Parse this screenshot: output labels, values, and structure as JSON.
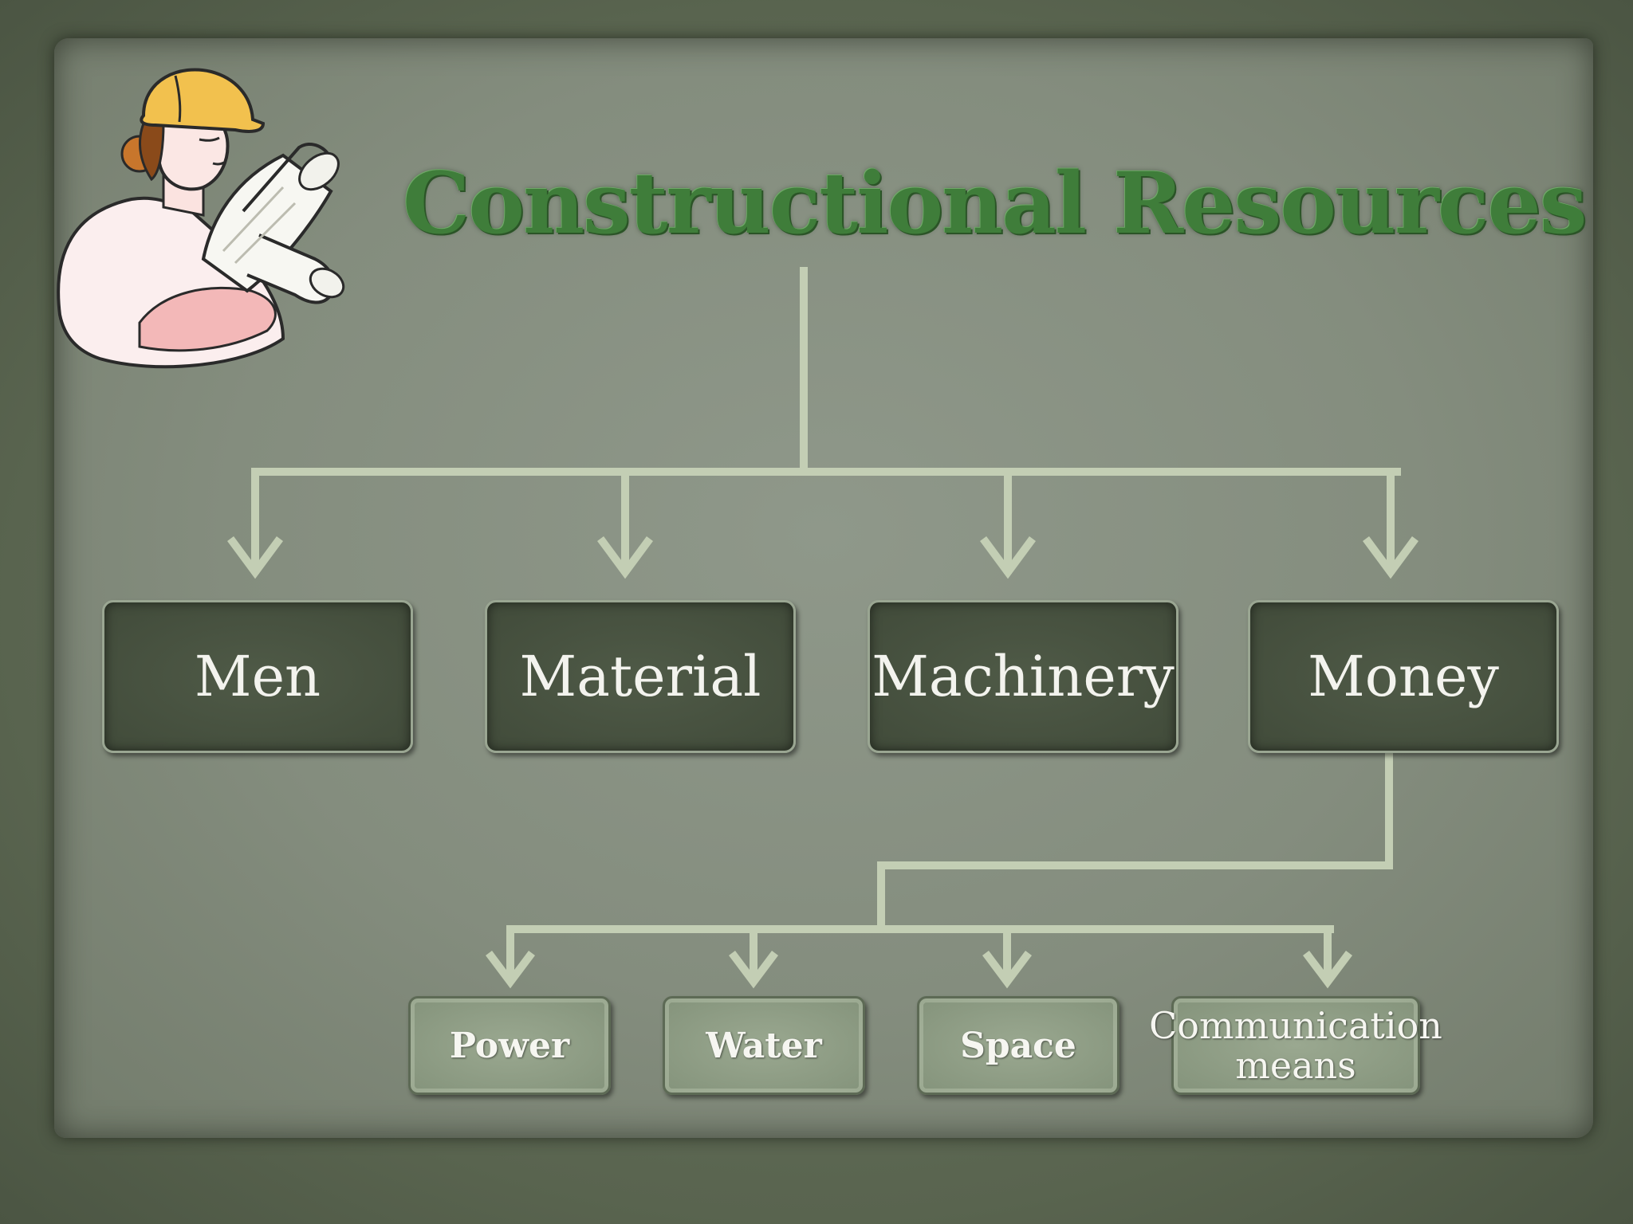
{
  "title": "Constructional Resources",
  "diagram": {
    "root": "Constructional Resources",
    "resources": [
      {
        "label": "Men"
      },
      {
        "label": "Material"
      },
      {
        "label": "Machinery"
      },
      {
        "label": "Money"
      }
    ],
    "money_needs": [
      {
        "label": "Power"
      },
      {
        "label": "Water"
      },
      {
        "label": "Space"
      },
      {
        "label": "Communication means"
      }
    ]
  },
  "colors": {
    "title": "#3f7d3a",
    "connector": "#c3ceb4",
    "dark_box": "#414b3a",
    "light_box": "#8d9b84",
    "background": "#848d7e"
  },
  "icons": [
    "construction-worker-with-blueprints-illustration"
  ]
}
